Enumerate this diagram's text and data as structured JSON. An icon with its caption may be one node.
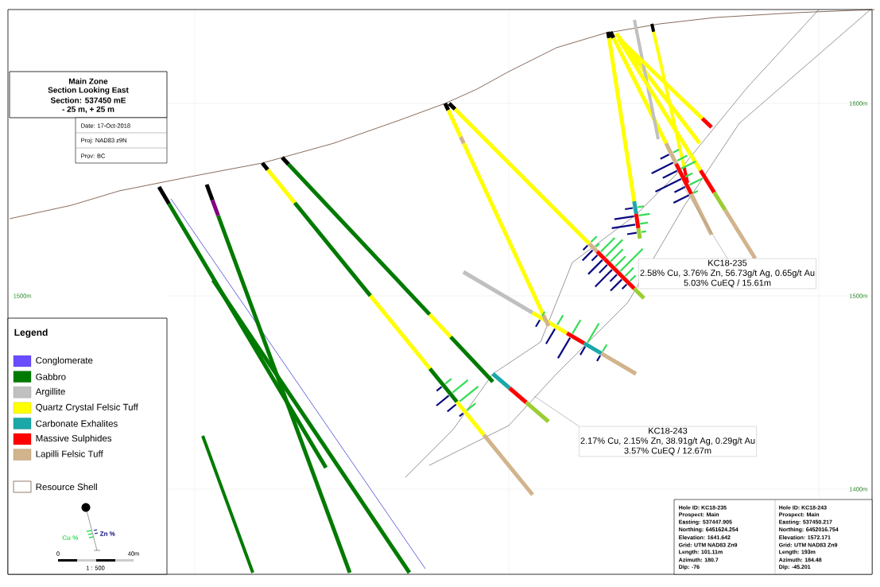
{
  "diagram": {
    "nodes": [
      {
        "text": [
          "KC18-235",
          "2.58% Cu, 3.76% Zn, 56.73g/t Ag, 0.65g/t Au",
          "5.03% CuEQ / 15.61m"
        ]
      },
      {
        "text": [
          "KC18-243",
          "2.17% Cu, 2.15% Zn, 38.91g/t Ag, 0.29g/t Au",
          "3.57% CuEQ / 12.67m"
        ]
      }
    ],
    "edges": [
      {
        "from": 0,
        "to": null,
        "arrow": "none"
      },
      {
        "from": 1,
        "to": null,
        "arrow": "none"
      }
    ],
    "labels": [
      "Main Zone",
      "Section Looking East",
      "Section: 537450 mE",
      "- 25 m, + 25 m",
      "Date: 17-Oct-2018",
      "Proj: NAD83 z9N",
      "Prov: BC",
      "1600m",
      "1500m",
      "1500m",
      "1400m",
      "Legend",
      "Cu %",
      "Zn %",
      "0",
      "40m",
      "1 : 500",
      "Hole ID: KC18-235",
      "Prospect: Main",
      "Easting: 537447.905",
      "Northing: 6451624.254",
      "Elevation: 1641.642",
      "Grid: UTM NAD83 Zn9",
      "Length: 101.11m",
      "Azimuth: 180.7",
      "Dip: -76",
      "Hole ID: KC18-243",
      "Prospect: Main",
      "Easting: 537450.217",
      "Northing: 6452016.754",
      "Elevation: 1572.171",
      "Grid: UTM NAD83 Zn9",
      "Length: 193m",
      "Azimuth: 184.48",
      "Dip: -45.201"
    ],
    "legend": [
      {
        "text": "Conglomerate",
        "color": "#6a4cff"
      },
      {
        "text": "Gabbro",
        "color": "#007a00"
      },
      {
        "text": "Argillite",
        "color": "#c0c0c0"
      },
      {
        "text": "Quartz Crystal Felsic Tuff",
        "color": "#ffff00"
      },
      {
        "text": "Carbonate Exhalites",
        "color": "#1aa8a8"
      },
      {
        "text": "Massive Sulphides",
        "color": "#ff0000"
      },
      {
        "text": "Lapilli Felsic Tuff",
        "color": "#d2b48c"
      },
      {
        "text": "Resource Shell"
      }
    ]
  }
}
